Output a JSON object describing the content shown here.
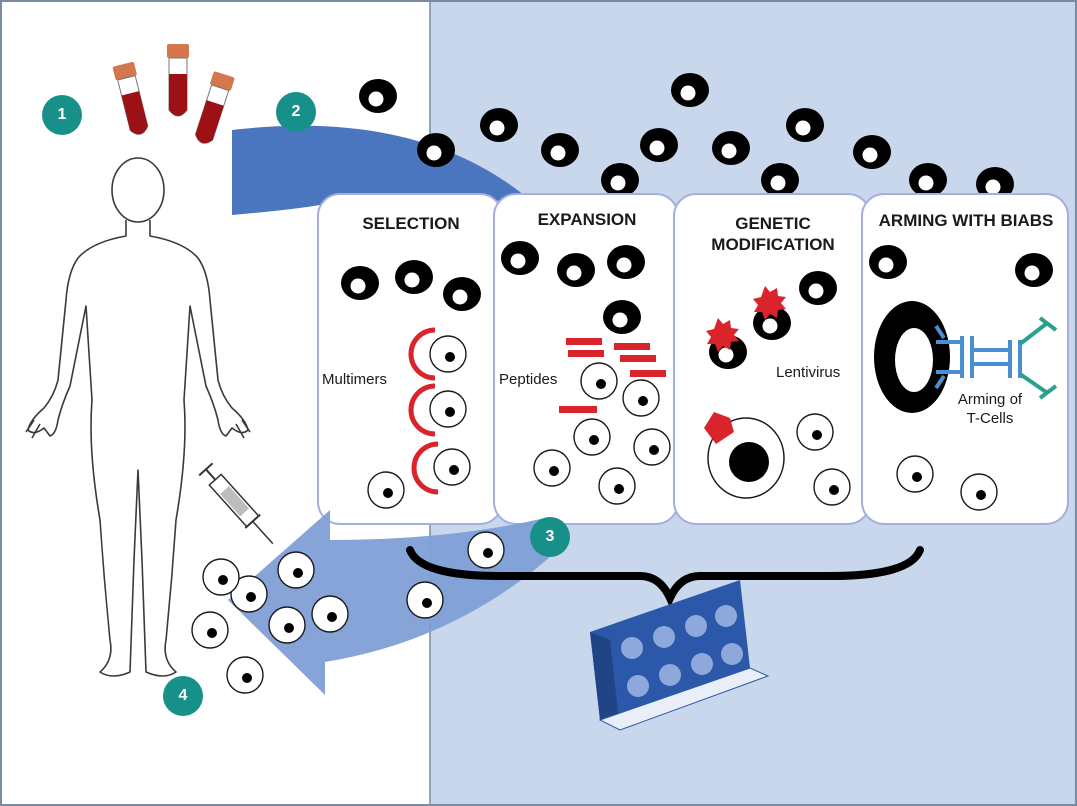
{
  "colors": {
    "panel_bg": "#c9d7ec",
    "border": "#7d8aa3",
    "arrow_blue": "#4a76c0",
    "arrow_blue_light": "#7f9fd6",
    "card_border": "#a6aedd",
    "teal": "#17908a",
    "red": "#d9242b",
    "blood": "#9c1116",
    "ink": "#000000",
    "antibody": "#4a8fd1",
    "antibody_tip": "#2aa18c",
    "plate_blue": "#2b58a8",
    "plate_well": "#8ea8dc"
  },
  "steps": [
    {
      "number": "1"
    },
    {
      "number": "2"
    },
    {
      "number": "3"
    },
    {
      "number": "4"
    }
  ],
  "stages": [
    {
      "title": "SELECTION",
      "label": "Multimers"
    },
    {
      "title": "EXPANSION",
      "label": "Peptides"
    },
    {
      "title": "GENETIC MODIFICATION",
      "label": "Lentivirus"
    },
    {
      "title": "ARMING WITH BIABS",
      "label": "Arming of T-Cells"
    }
  ],
  "icons": [
    "human-silhouette-icon",
    "blood-tube-icon",
    "syringe-icon",
    "t-cell-icon",
    "well-plate-icon",
    "antibody-icon",
    "lentivirus-icon",
    "curly-brace-icon"
  ]
}
